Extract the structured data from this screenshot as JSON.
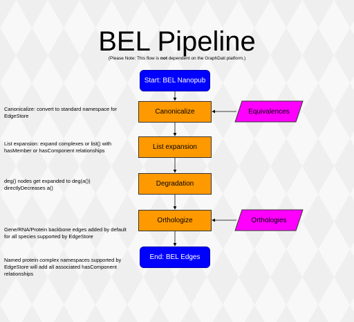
{
  "header": {
    "title": "BEL Pipeline",
    "note_prefix": "(Please Note: This flow is ",
    "note_emphasis": "not",
    "note_suffix": " dependent on the GraphDati platform.)"
  },
  "nodes": {
    "start": "Start: BEL Nanopub",
    "canonicalize": "Canonicalize",
    "list_expansion": "List expansion",
    "degradation": "Degradation",
    "orthologize": "Orthologize",
    "end": "End: BEL Edges",
    "equivalences": "Equivalences",
    "orthologies": "Orthologies"
  },
  "notes": {
    "canonicalize": "Canonicalize: convert to standard namespace for EdgeStore",
    "list_expansion": "List expansion: expand complexes or list() with hasMember or hasComponent relationships",
    "degradation": "deg() nodes get expanded to deg(a()) directlyDecreases a()",
    "backbone": "Gene/RNA/Protein backbone edges added by default for all species supported by EdgeStore",
    "complex": "Named protein complex namespaces supported by EdgeStore will add all associated hasComponent relationships"
  },
  "colors": {
    "terminal": "#0000ff",
    "process": "#ff9900",
    "data_input": "#ff00ff"
  }
}
